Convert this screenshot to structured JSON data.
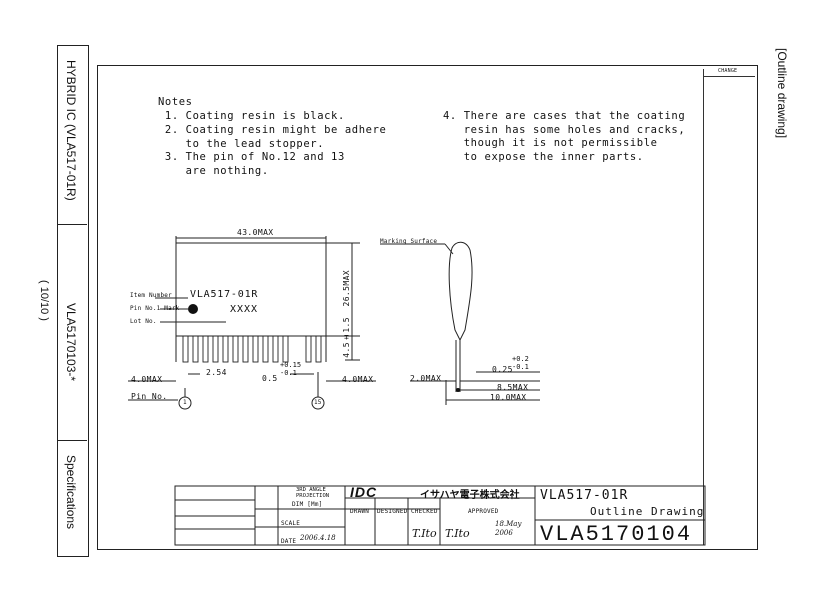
{
  "side_labels": {
    "category": "HYBRID IC (VLA517-01R)",
    "doc_number": "VLA5170103-*",
    "page": "( 10/10 )",
    "section": "Specifications",
    "right": "[Outline drawing]"
  },
  "notes": {
    "heading": "Notes",
    "items": [
      " 1. Coating resin is black.",
      " 2. Coating resin might be adhere\n    to the lead stopper.",
      " 3. The pin of No.12 and 13\n    are nothing."
    ],
    "item4": "4. There are cases that the coating\n   resin has some holes and cracks,\n   though it is not permissible\n   to expose the inner parts."
  },
  "drawing": {
    "width_max": "43.0MAX",
    "height_max": "26.5MAX",
    "lead_len": "4.5±1.5",
    "item_number_label": "Item Number",
    "pin1_mark_label": "Pin No.1 Mark",
    "lot_no_label": "Lot No.",
    "part_marking": "VLA517-01R",
    "lot_marking": "XXXX",
    "pitch": "2.54",
    "pin_width": "0.5",
    "pin_width_tol": "+0.15\n-0.1",
    "left_margin": "4.0MAX",
    "right_margin": "4.0MAX",
    "pin_no_label": "Pin No.",
    "pin_first": "1",
    "pin_last": "15",
    "marking_surface": "Marking Surface",
    "thickness_tol": "+0.2\n-0.1",
    "thickness": "0.25",
    "side_lead": "2.0MAX",
    "side_body": "8.5MAX",
    "side_total": "10.0MAX"
  },
  "title_block": {
    "change_header": "CHANGE",
    "projection": "3RD ANGLE\nPROJECTION",
    "dim_unit": "DIM [Mm]",
    "scale_label": "SCALE",
    "date_label": "DATE",
    "date": "2006.4.18",
    "drawn_label": "DRAWN",
    "designed_label": "DESIGNED",
    "checked_label": "CHECKED",
    "approved_label": "APPROVED",
    "checked_by": "T.Ito",
    "approved_by": "T.Ito",
    "approved_date": "18.May\n2006",
    "company_logo": "IDC",
    "company_name": "イサハヤ電子株式会社",
    "part_name": "VLA517-01R",
    "drawing_title": "Outline Drawing",
    "drawing_number": "VLA5170104"
  }
}
